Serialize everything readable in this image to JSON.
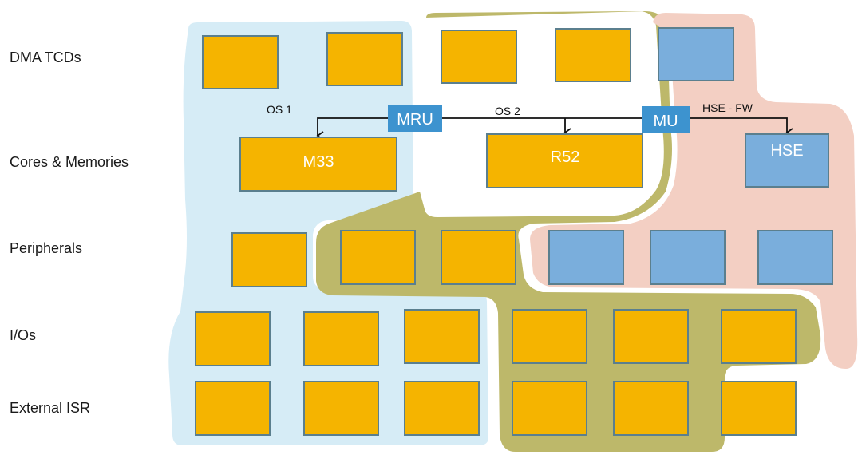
{
  "rows": {
    "dma": "DMA TCDs",
    "cores": "Cores & Memories",
    "peripherals": "Peripherals",
    "ios": "I/Os",
    "isr": "External ISR"
  },
  "cores": {
    "m33": "M33",
    "r52": "R52",
    "hse": "HSE"
  },
  "bridges": {
    "mru": "MRU",
    "mu": "MU"
  },
  "links": {
    "os1": "OS 1",
    "os2": "OS 2",
    "hse_fw": "HSE - FW"
  },
  "colors": {
    "domain_os1": "#d6ecf6",
    "domain_os2": "#bdb86a",
    "domain_hse": "#f3cfc3",
    "resource_box": "#f5b400",
    "hse_box": "#7aaedc",
    "bridge": "#3d93cf",
    "box_border": "#5b7f8e"
  }
}
